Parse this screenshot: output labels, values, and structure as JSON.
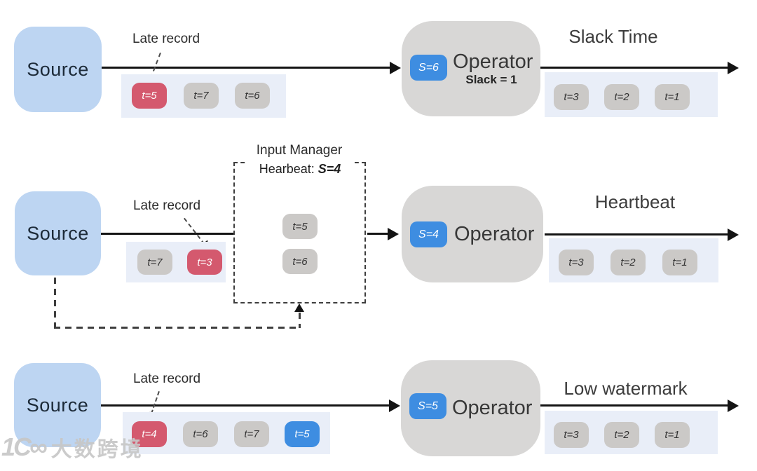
{
  "colors": {
    "source_fill": "#bdd5f2",
    "operator_fill": "#d8d7d6",
    "badge_blue": "#3e8de1",
    "chip_gray": "#cbc9c7",
    "chip_red": "#d4596e",
    "chip_blue": "#3e8de1",
    "strip_fill": "#e9eef8",
    "arrow_black": "#141414"
  },
  "watermark": {
    "icon": "1C∞",
    "text": "大数跨境"
  },
  "rows": [
    {
      "title": "Slack Time",
      "source": "Source",
      "late_record": "Late record",
      "operator": "Operator",
      "operator_note": "Slack = 1",
      "badge": "S=6",
      "source_chips": [
        {
          "label": "t=5",
          "variant": "red"
        },
        {
          "label": "t=7",
          "variant": "gray"
        },
        {
          "label": "t=6",
          "variant": "gray"
        }
      ],
      "output_chips": [
        {
          "label": "t=3",
          "variant": "gray"
        },
        {
          "label": "t=2",
          "variant": "gray"
        },
        {
          "label": "t=1",
          "variant": "gray"
        }
      ]
    },
    {
      "title": "Heartbeat",
      "source": "Source",
      "late_record": "Late record",
      "operator": "Operator",
      "badge": "S=4",
      "input_manager": {
        "title": "Input Manager",
        "heartbeat_prefix": "Hearbeat:",
        "heartbeat_value": "S=4",
        "chips": [
          {
            "label": "t=5",
            "variant": "gray"
          },
          {
            "label": "t=6",
            "variant": "gray"
          }
        ]
      },
      "source_chips": [
        {
          "label": "t=7",
          "variant": "gray"
        },
        {
          "label": "t=3",
          "variant": "red"
        }
      ],
      "output_chips": [
        {
          "label": "t=3",
          "variant": "gray"
        },
        {
          "label": "t=2",
          "variant": "gray"
        },
        {
          "label": "t=1",
          "variant": "gray"
        }
      ]
    },
    {
      "title": "Low watermark",
      "source": "Source",
      "late_record": "Late record",
      "operator": "Operator",
      "badge": "S=5",
      "source_chips": [
        {
          "label": "t=4",
          "variant": "red"
        },
        {
          "label": "t=6",
          "variant": "gray"
        },
        {
          "label": "t=7",
          "variant": "gray"
        },
        {
          "label": "t=5",
          "variant": "blue"
        }
      ],
      "output_chips": [
        {
          "label": "t=3",
          "variant": "gray"
        },
        {
          "label": "t=2",
          "variant": "gray"
        },
        {
          "label": "t=1",
          "variant": "gray"
        }
      ]
    }
  ]
}
